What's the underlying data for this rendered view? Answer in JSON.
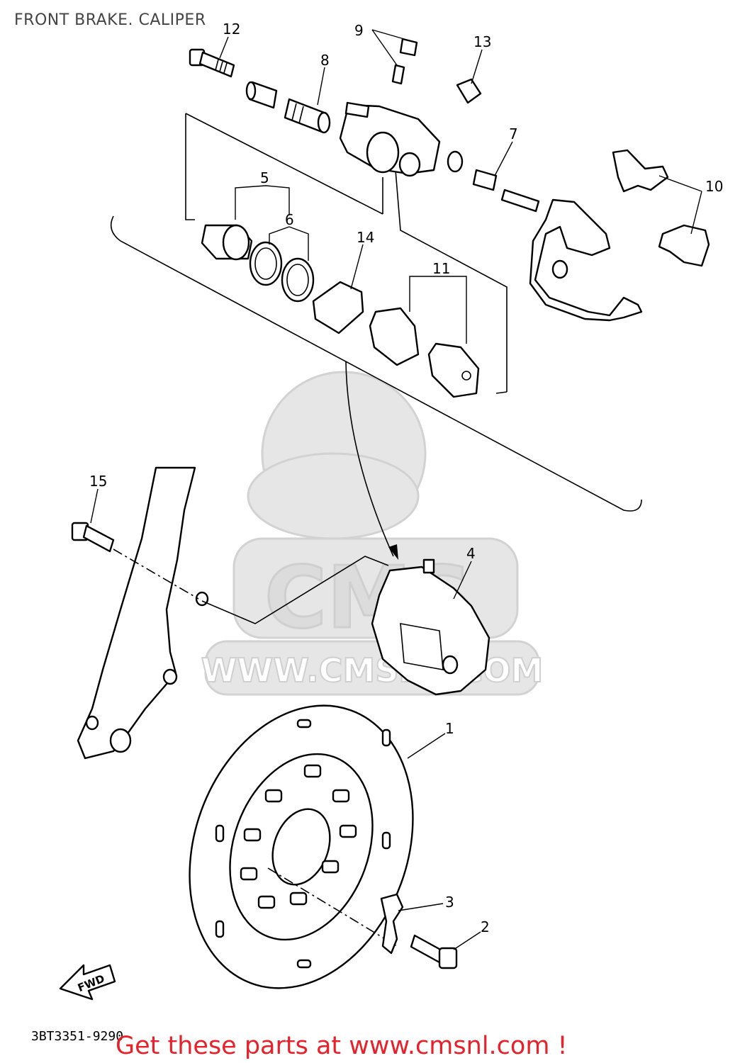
{
  "title": "FRONT BRAKE. CALIPER",
  "callouts": [
    "1",
    "2",
    "3",
    "4",
    "5",
    "6",
    "7",
    "8",
    "9",
    "10",
    "11",
    "12",
    "13",
    "14",
    "15"
  ],
  "fwd_label": "FWD",
  "watermark": {
    "url": "WWW.CMSNL.COM",
    "logo_text": "CMS"
  },
  "diagram_code": "3BT3351-9290",
  "cta": "Get these parts at www.cmsnl.com !",
  "colors": {
    "cta": "#e8202a",
    "ink": "#000000",
    "watermark": "#e6e6e6"
  }
}
